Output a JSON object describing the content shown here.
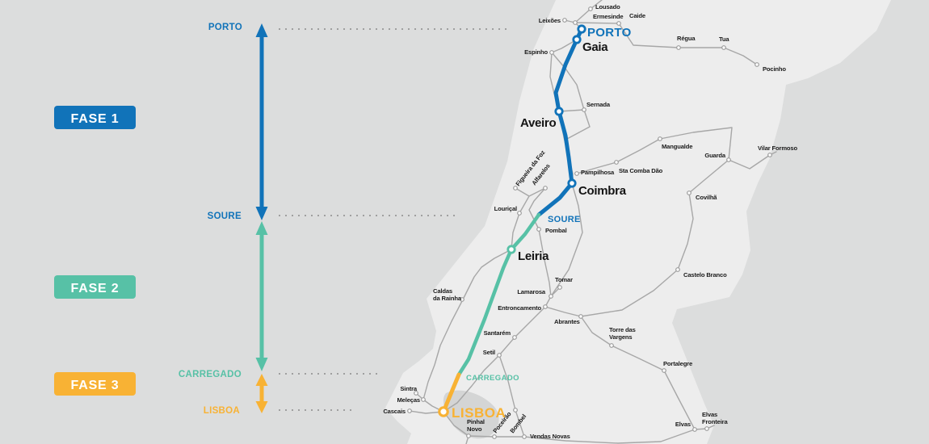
{
  "phases": [
    {
      "label": "FASE 1",
      "from": "PORTO",
      "to": "SOURE",
      "color": "#1173b9"
    },
    {
      "label": "FASE 2",
      "from": "SOURE",
      "to": "CARREGADO",
      "color": "#57c1a6"
    },
    {
      "label": "FASE 3",
      "from": "CARREGADO",
      "to": "LISBOA",
      "color": "#f8b234"
    }
  ],
  "map": {
    "stations": {
      "porto": "PORTO",
      "gaia": "Gaia",
      "aveiro": "Aveiro",
      "coimbra": "Coimbra",
      "soure": "SOURE",
      "leiria": "Leiria",
      "carregado": "CARREGADO",
      "lisboa": "LISBOA"
    },
    "towns": [
      "Lousado",
      "Ermesinde",
      "Caide",
      "Leixões",
      "Espinho",
      "Régua",
      "Tua",
      "Pocinho",
      "Sernada",
      "Mangualde",
      "Guarda",
      "Vilar Formoso",
      "Figueira da Foz",
      "Alfarelos",
      "Pampilhosa",
      "Sta Comba Dão",
      "Covilhã",
      "Louriçal",
      "Pombal",
      "Castelo Branco",
      "Tomar",
      "Lamarosa",
      "Caldas\nda Rainha",
      "Entroncamento",
      "Abrantes",
      "Torre das\nVargens",
      "Santarém",
      "Setil",
      "Portalegre",
      "Sintra",
      "Meleças",
      "Cascais",
      "Pinhal\nNovo",
      "Poceirão",
      "Bombel",
      "Vendas Novas",
      "Elvas",
      "Elvas\nFronteira"
    ]
  },
  "colors": {
    "fase1": "#1173b9",
    "fase2": "#57c1a6",
    "fase3": "#f8b234",
    "land": "#ededed",
    "background": "#dcdddd",
    "estuary": "#d4d5d5",
    "rail": "#a7a7a7",
    "town_text": "#1b1b1b"
  }
}
